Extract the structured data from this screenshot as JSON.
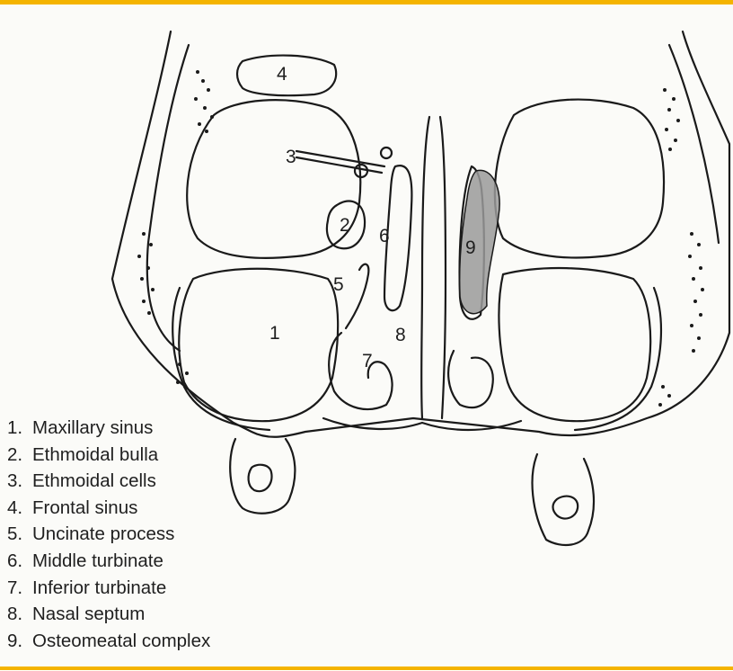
{
  "diagram": {
    "region_labels": [
      {
        "id": "1",
        "text": "1"
      },
      {
        "id": "2",
        "text": "2"
      },
      {
        "id": "3",
        "text": "3"
      },
      {
        "id": "4",
        "text": "4"
      },
      {
        "id": "5",
        "text": "5"
      },
      {
        "id": "6",
        "text": "6"
      },
      {
        "id": "7",
        "text": "7"
      },
      {
        "id": "8",
        "text": "8"
      },
      {
        "id": "9",
        "text": "9"
      }
    ],
    "highlight_color": "#9a9a9a",
    "line_color": "#1a1a1a",
    "frame_accent": "#f4b400"
  },
  "legend": [
    {
      "num": "1.",
      "label": "Maxillary sinus"
    },
    {
      "num": "2.",
      "label": "Ethmoidal bulla"
    },
    {
      "num": "3.",
      "label": "Ethmoidal cells"
    },
    {
      "num": "4.",
      "label": "Frontal sinus"
    },
    {
      "num": "5.",
      "label": "Uncinate process"
    },
    {
      "num": "6.",
      "label": "Middle turbinate"
    },
    {
      "num": "7.",
      "label": "Inferior turbinate"
    },
    {
      "num": "8.",
      "label": "Nasal septum"
    },
    {
      "num": "9.",
      "label": "Osteomeatal complex"
    }
  ]
}
